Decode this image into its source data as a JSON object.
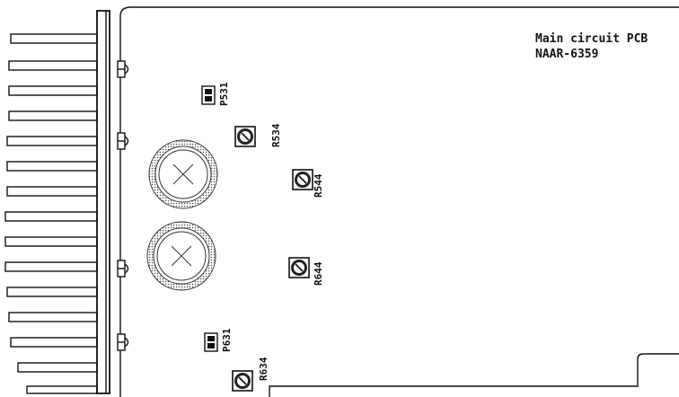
{
  "board": {
    "title_line1": "Main circuit PCB",
    "title_line2": "NAAR-6359"
  },
  "components": {
    "p531": "P531",
    "r534": "R534",
    "r544": "R544",
    "r644": "R644",
    "p631": "P631",
    "r634": "R634"
  }
}
